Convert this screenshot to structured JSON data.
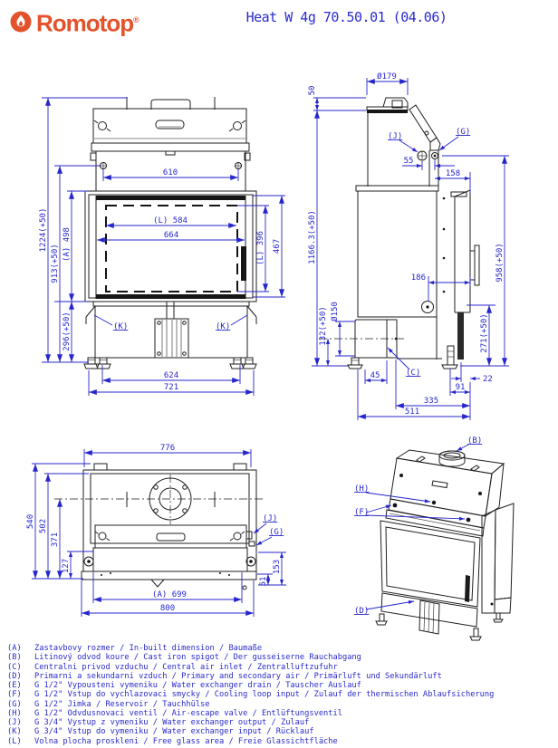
{
  "header": {
    "logo_text": "Romotop",
    "logo_reg": "®",
    "title": "Heat W 4g 70.50.01 (04.06)"
  },
  "colors": {
    "accent_orange": "#e4522b",
    "dimension_blue": "#2626cd",
    "line_black": "#1f1f1f"
  },
  "front_view": {
    "d610": "610",
    "d584": "(L) 584",
    "d664": "664",
    "d1224": "1224(+50)",
    "d913": "913(+50)",
    "d498": "(A) 498",
    "d296": "296(+50)",
    "d396": "(L) 396",
    "d467": "467",
    "d624": "624",
    "d721": "721",
    "k": "(K)"
  },
  "side_view": {
    "d50": "50",
    "d179": "Ø179",
    "j": "(J)",
    "g": "(G)",
    "d55": "55",
    "d158": "158",
    "d186": "186",
    "d150": "Ø150",
    "d132": "132(+50)",
    "d1166": "1166.3(+50)",
    "d958": "958(+50)",
    "d271": "271(+50)",
    "d45": "45",
    "c": "(C)",
    "d22": "22",
    "d91": "91",
    "d335": "335",
    "d511": "511"
  },
  "top_view": {
    "d776": "776",
    "d540": "540",
    "d502": "502",
    "d371": "371",
    "d127": "127",
    "j": "(J)",
    "g": "(G)",
    "d153": "153",
    "d51": "51",
    "d699": "(A) 699",
    "d800": "800"
  },
  "iso_view": {
    "b": "(B)",
    "h": "(H)",
    "f": "(F)",
    "d": "(D)"
  },
  "legend": {
    "items": [
      {
        "key": "(A)",
        "text": "Zastavbovy rozmer / In-built dimension / Baumaße"
      },
      {
        "key": "(B)",
        "text": "Litinový odvod koure / Cast iron spigot / Der gusseiserne Rauchabgang"
      },
      {
        "key": "(C)",
        "text": "Centralni privod vzduchu / Central air inlet / Zentralluftzufuhr"
      },
      {
        "key": "(D)",
        "text": "Primarni a sekundarni vzduch / Primary and secondary air / Primärluft und Sekundärluft"
      },
      {
        "key": "(E)",
        "text": "G 1/2\" Vypousteni vymeniku / Water exchanger drain / Tauscher Auslauf"
      },
      {
        "key": "(F)",
        "text": "G 1/2\" Vstup do vychlazovaci smycky / Cooling loop input / Zulauf der thermischen Ablaufsicherung"
      },
      {
        "key": "(G)",
        "text": "G 1/2\" Jimka / Reservoir / Tauchhülse"
      },
      {
        "key": "(H)",
        "text": "G 1/2\" Odvdusnovaci ventil / Air-escape valve / Entlüftungsventil"
      },
      {
        "key": "(J)",
        "text": "G 3/4\" Vystup z vymeniku / Water exchanger output / Zulauf"
      },
      {
        "key": "(K)",
        "text": "G 3/4\" Vstup do vymeniku / Water exchanger input / Rücklauf"
      },
      {
        "key": "(L)",
        "text": "Volna plocha proskleni / Free glass area / Freie Glassichtfläche"
      }
    ]
  }
}
